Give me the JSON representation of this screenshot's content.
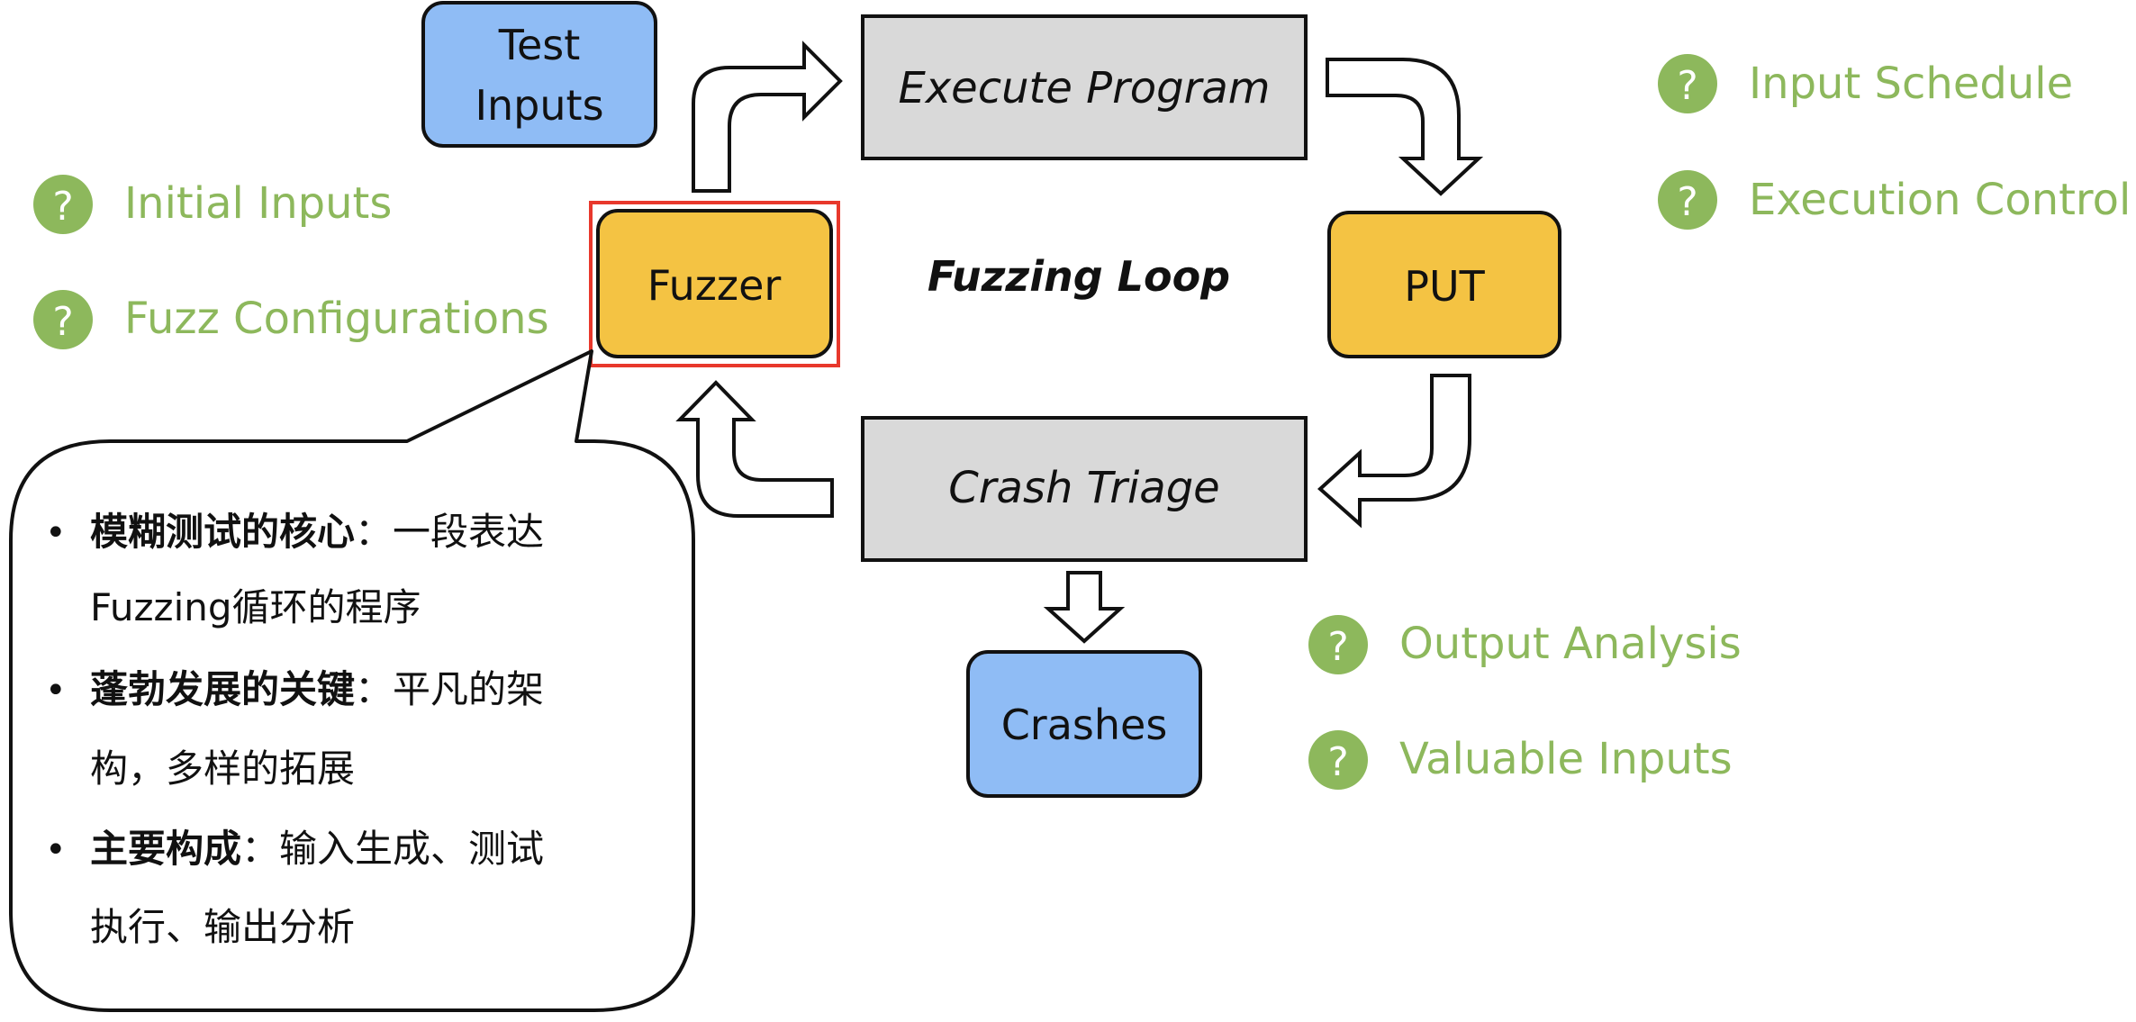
{
  "title": "Fuzzing Loop",
  "nodes": {
    "test_inputs": {
      "label_line1": "Test",
      "label_line2": "Inputs"
    },
    "execute_program": {
      "label": "Execute Program"
    },
    "fuzzer": {
      "label": "Fuzzer"
    },
    "put": {
      "label": "PUT"
    },
    "crash_triage": {
      "label": "Crash Triage"
    },
    "crashes": {
      "label": "Crashes"
    }
  },
  "questions": {
    "initial_inputs": "Initial Inputs",
    "fuzz_configurations": "Fuzz Configurations",
    "input_schedule": "Input Schedule",
    "execution_control": "Execution Control",
    "output_analysis": "Output Analysis",
    "valuable_inputs": "Valuable Inputs",
    "icon_glyph": "?"
  },
  "callout": {
    "items": [
      {
        "bold": "模糊测试的核心",
        "sep": "：",
        "line1_rest": "一段表达",
        "line2": "Fuzzing循环的程序"
      },
      {
        "bold": "蓬勃发展的关键",
        "sep": "：",
        "line1_rest": "平凡的架",
        "line2": "构，多样的拓展"
      },
      {
        "bold": "主要构成",
        "sep": "：",
        "line1_rest": "输入生成、测试",
        "line2": "执行、输出分析"
      }
    ],
    "bullet": "•"
  },
  "colors": {
    "blue_box": "#8fbcf5",
    "gold_box": "#f4c343",
    "gray_box": "#d9d9d9",
    "question_green": "#8db85c",
    "highlight_red": "#e8382c",
    "outline": "#111111"
  },
  "icons": [
    "question-circle-icon",
    "flow-arrow-icon"
  ]
}
